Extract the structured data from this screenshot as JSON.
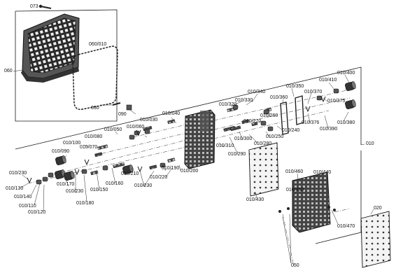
{
  "colors": {
    "ink": "#1a1a1a",
    "part": "#3a3a3a",
    "dark": "#222222",
    "paper": "#ffffff"
  },
  "labels": {
    "l073": "073",
    "l060": "060",
    "l060_010": "060/010",
    "l030": "030",
    "l090": "090",
    "l010": "010",
    "l020": "020",
    "l050": "050",
    "l010_040": "010/040",
    "l010_030": "010/030",
    "l010_060": "010/060",
    "l010_050": "010/050",
    "l010_080": "010/080",
    "l010_100": "010/100",
    "l010_070": "010/070",
    "l010_090": "010/090",
    "l010_230a": "010/230",
    "l010_130": "010/130",
    "l010_140": "010/140",
    "l010_110": "010/110",
    "l010_120": "010/120",
    "l010_170": "010/170",
    "l010_230b": "010/230",
    "l010_180": "010/180",
    "l010_150": "010/150",
    "l010_160": "010/160",
    "l010_210": "010/210",
    "l010_230c": "010/230",
    "l010_190": "010/190",
    "l010_220": "010/220",
    "l010_200": "010/200",
    "l010_310": "010/310",
    "l010_290": "010/290",
    "l010_300": "010/300",
    "l010_280": "010/280",
    "l010_270": "010/270",
    "l010_250": "010/250",
    "l010_240": "010/240",
    "l010_260": "010/260",
    "l010_320": "010/320",
    "l010_330": "010/330",
    "l010_340": "010/340",
    "l010_360": "010/360",
    "l010_350": "010/350",
    "l010_370": "010/370",
    "l010_376": "010/376",
    "l010_375": "010/375",
    "l010_390": "010/390",
    "l010_380": "010/380",
    "l010_410": "010/410",
    "l010_400": "010/400",
    "l010_430": "010/430",
    "l010_460": "010/460",
    "l010_440": "010/440",
    "l010_450": "010/450",
    "l010_470": "010/470"
  }
}
